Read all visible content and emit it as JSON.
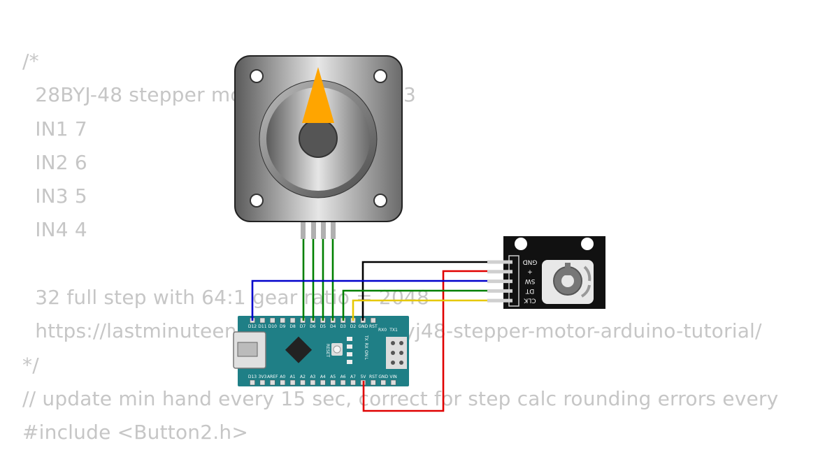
{
  "code_lines": [
    "/*",
    "  28BYJ-48 stepper motor with ULN2003",
    "  IN1 7",
    "  IN2 6",
    "  IN3 5",
    "  IN4 4",
    "",
    "  32 full step with 64:1 gear ratio = 2048",
    "  https://lastminuteengineers.com/28byj48-stepper-motor-arduino-tutorial/",
    "*/",
    "// update min hand every 15 sec, correct for step calc rounding errors every",
    "#include <Button2.h>"
  ],
  "board": {
    "top_pins": [
      "D12",
      "D11",
      "D10",
      "D9",
      "D8",
      "D7",
      "D6",
      "D5",
      "D4",
      "D3",
      "D2",
      "GND",
      "RST",
      "RX0",
      "TX1"
    ],
    "bottom_pins": [
      "D13",
      "3V3",
      "AREF",
      "A0",
      "A1",
      "A2",
      "A3",
      "A4",
      "A5",
      "A6",
      "A7",
      "5V",
      "RST",
      "GND",
      "VIN"
    ],
    "reset_label": "RESET",
    "led_labels": [
      "TX",
      "RX",
      "ON",
      "L"
    ]
  },
  "encoder": {
    "pins": [
      "GND",
      "+",
      "SW",
      "DT",
      "CLK"
    ]
  },
  "wire_colors": {
    "motor": "#008000",
    "gnd": "#000000",
    "vcc": "#e00000",
    "sw": "#0000cc",
    "dt": "#008000",
    "clk": "#e6c800"
  },
  "colors": {
    "board": "#1f7f86",
    "code_text": "#c6c6c6",
    "pointer": "#ffa500",
    "encoder_body": "#111111"
  }
}
